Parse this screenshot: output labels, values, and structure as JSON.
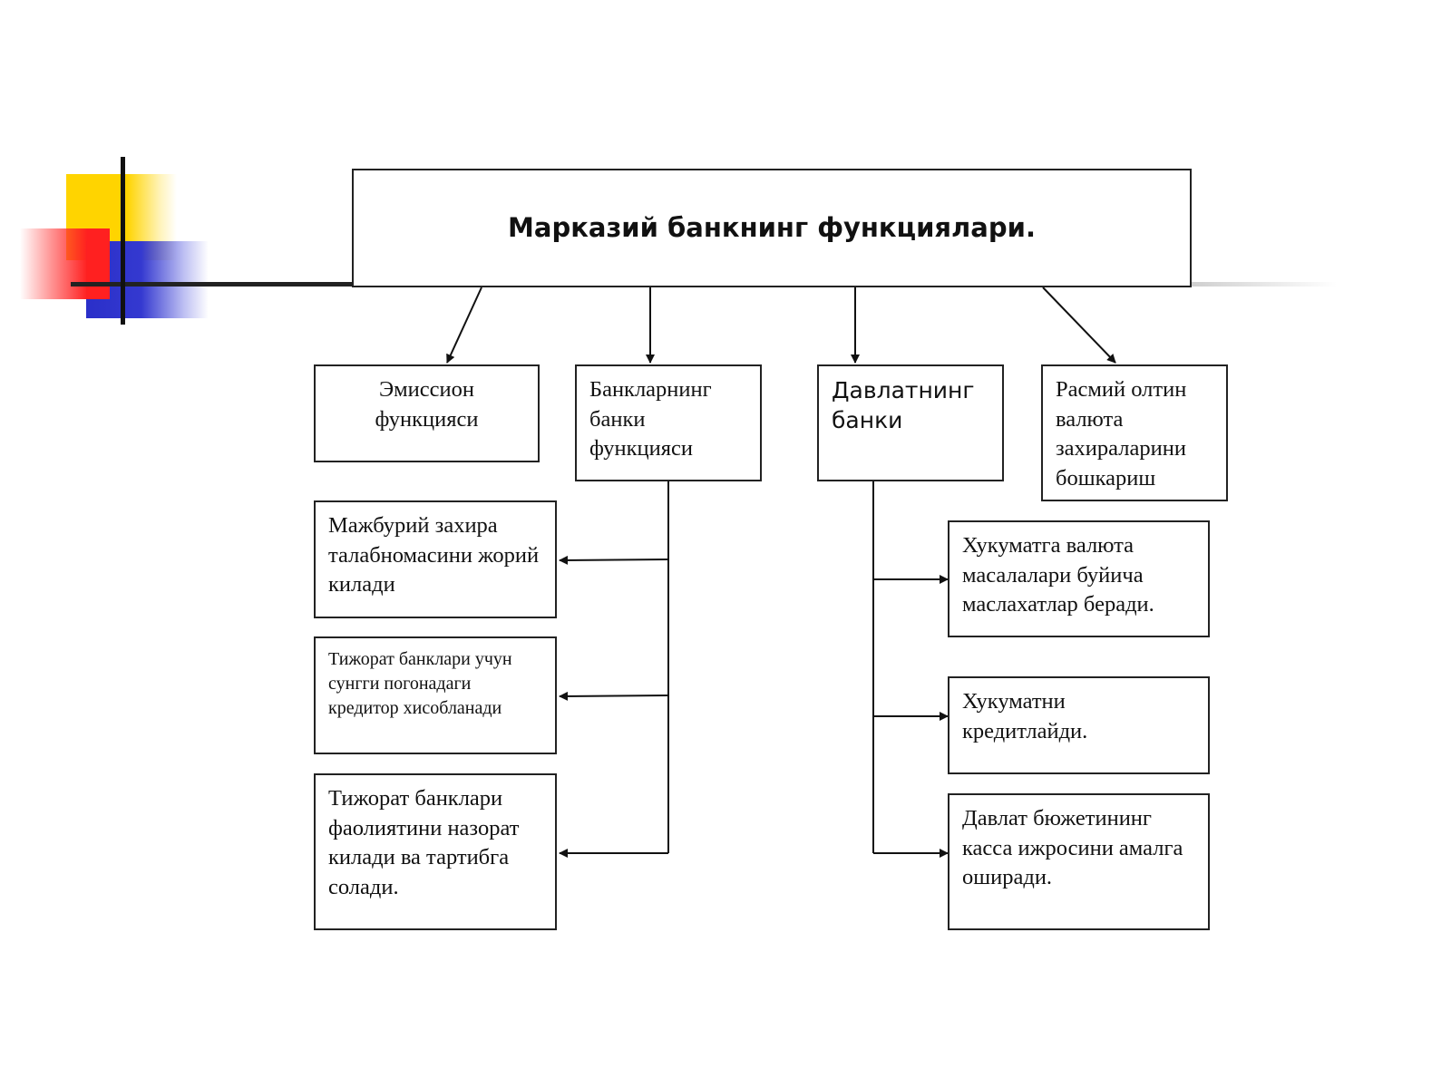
{
  "title": "Марказий банкнинг функциялари.",
  "functions": [
    {
      "label": "Эмиссион функцияси"
    },
    {
      "label": "Банкларнинг банки функцияси"
    },
    {
      "label": "Давлатнинг банки"
    },
    {
      "label": "Расмий олтин валюта захираларини бошкариш"
    }
  ],
  "banks_bank_children": [
    {
      "label": "Мажбурий захира талабномасини жорий килади"
    },
    {
      "label": "Тижорат банклари учун сунгги погонадаги кредитор хисобланади"
    },
    {
      "label": "Тижорат банклари фаолиятини назорат килади ва тартибга солади."
    }
  ],
  "state_bank_children": [
    {
      "label": "Хукуматга валюта масалалари буйича маслахатлар беради."
    },
    {
      "label": "Хукуматни кредитлайди."
    },
    {
      "label": "Давлат бюжетининг касса ижросини амалга оширади."
    }
  ]
}
